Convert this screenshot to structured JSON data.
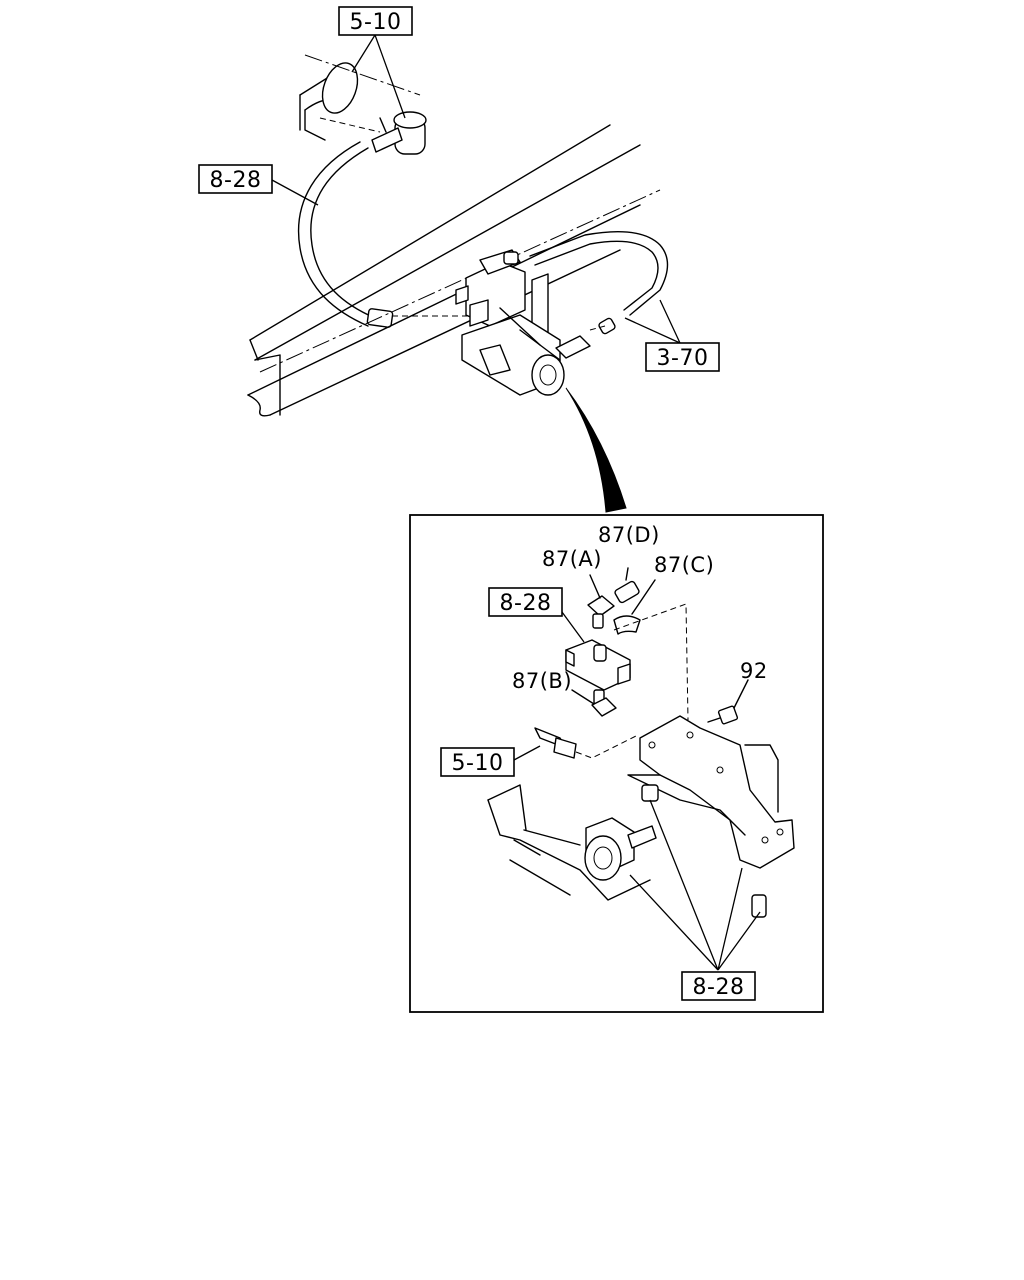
{
  "diagram": {
    "overview_callouts": {
      "top_ref": "5-10",
      "left_ref": "8-28",
      "right_ref": "3-70"
    },
    "detail_callouts": {
      "ref_upper": "8-28",
      "ref_left": "5-10",
      "ref_bottom": "8-28",
      "part_87d": "87(D)",
      "part_87a": "87(A)",
      "part_87c": "87(C)",
      "part_87b": "87(B)",
      "part_92": "92"
    }
  }
}
